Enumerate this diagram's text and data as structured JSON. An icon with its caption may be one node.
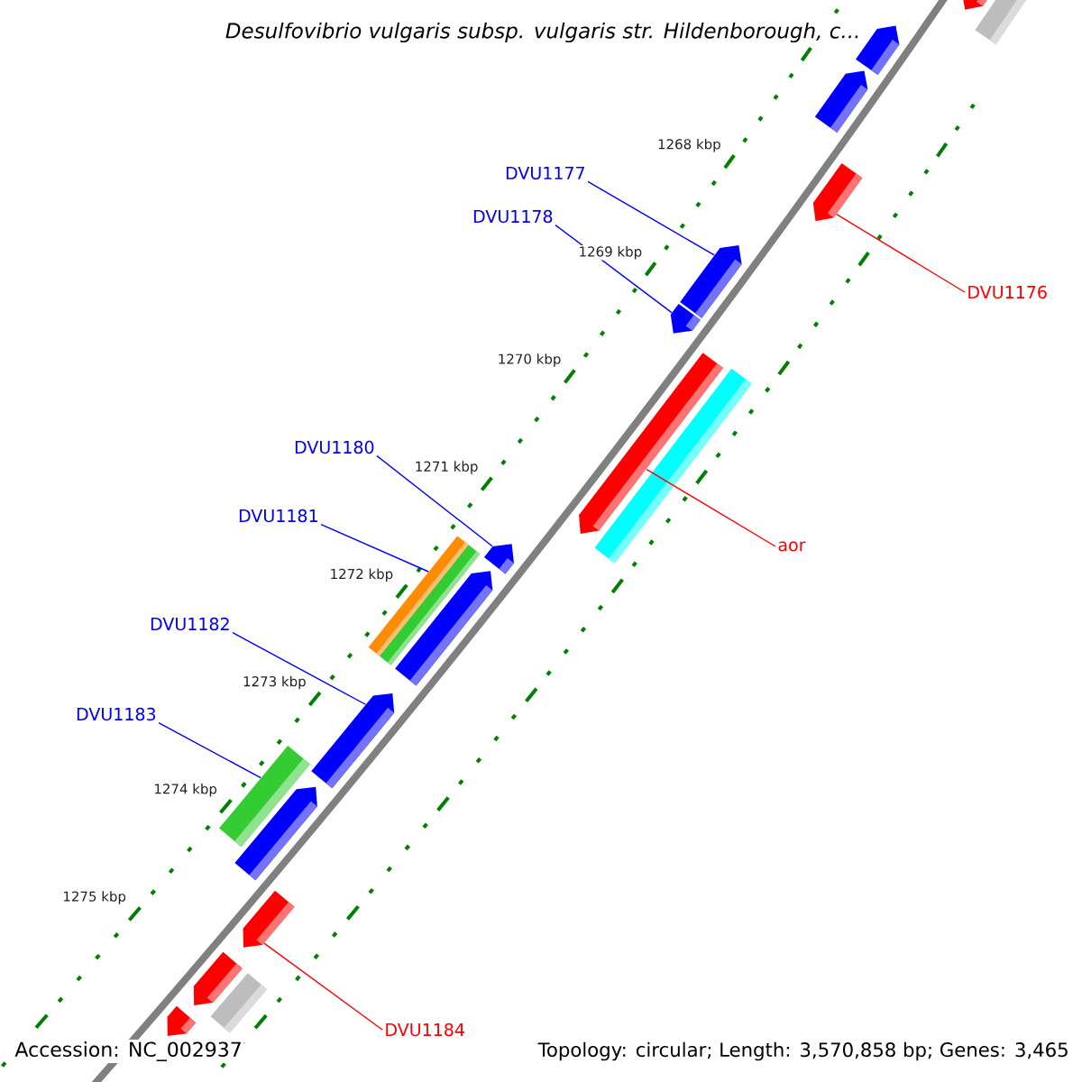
{
  "diagram": {
    "title": "Desulfovibrio vulgaris subsp. vulgaris str. Hildenborough, c...",
    "nodes": [
      {
        "text": [
          "DVU1177"
        ]
      },
      {
        "text": [
          "DVU1178"
        ]
      },
      {
        "text": [
          "DVU1176"
        ]
      },
      {
        "text": [
          "DVU1180"
        ]
      },
      {
        "text": [
          "DVU1181"
        ]
      },
      {
        "text": [
          "DVU1182"
        ]
      },
      {
        "text": [
          "DVU1183"
        ]
      },
      {
        "text": [
          "aor"
        ]
      },
      {
        "text": [
          "DVU1184"
        ]
      },
      {
        "text": [],
        "shape": "box"
      },
      {
        "text": [],
        "shape": "bar"
      },
      {
        "text": [],
        "shape": "bar"
      },
      {
        "text": [],
        "shape": "bar"
      },
      {
        "text": [],
        "shape": "bar"
      },
      {
        "text": [],
        "shape": "bar"
      },
      {
        "text": [],
        "shape": "bar"
      },
      {
        "text": [],
        "shape": "box"
      },
      {
        "text": [],
        "shape": "bar"
      },
      {
        "text": [],
        "shape": "bar"
      },
      {
        "text": [],
        "shape": "box"
      },
      {
        "text": [],
        "shape": "box"
      },
      {
        "text": [],
        "shape": "bar"
      },
      {
        "text": [],
        "shape": "bar"
      },
      {
        "text": [],
        "shape": "box"
      },
      {
        "text": [],
        "shape": "bar"
      },
      {
        "text": [],
        "shape": "bar"
      },
      {
        "text": [],
        "shape": "bar"
      },
      {
        "text": [],
        "shape": "box"
      },
      {
        "text": [],
        "shape": "bar"
      }
    ],
    "edges": [
      {
        "from": 0,
        "to": 14,
        "arrow": "none"
      },
      {
        "from": 1,
        "to": 15,
        "arrow": "none"
      },
      {
        "from": 2,
        "to": 13,
        "arrow": "none",
        "color": "#ff0000"
      },
      {
        "from": 3,
        "to": 18,
        "arrow": "none"
      },
      {
        "from": 4,
        "to": 19,
        "arrow": "none"
      },
      {
        "from": 5,
        "to": 22,
        "arrow": "none"
      },
      {
        "from": 6,
        "to": 23,
        "arrow": "none"
      },
      {
        "from": 7,
        "to": 17,
        "arrow": "none",
        "color": "#ff0000"
      },
      {
        "from": 8,
        "to": 25,
        "arrow": "none",
        "color": "#ff0000"
      }
    ],
    "labels": [
      "1268 kbp",
      "1269 kbp",
      "1270 kbp",
      "1271 kbp",
      "1272 kbp",
      "1273 kbp",
      "1274 kbp",
      "1275 kbp",
      "Accession: NC_002937",
      "Topology: circular; Length: 3,570,858 bp; Genes: 3,465"
    ]
  }
}
